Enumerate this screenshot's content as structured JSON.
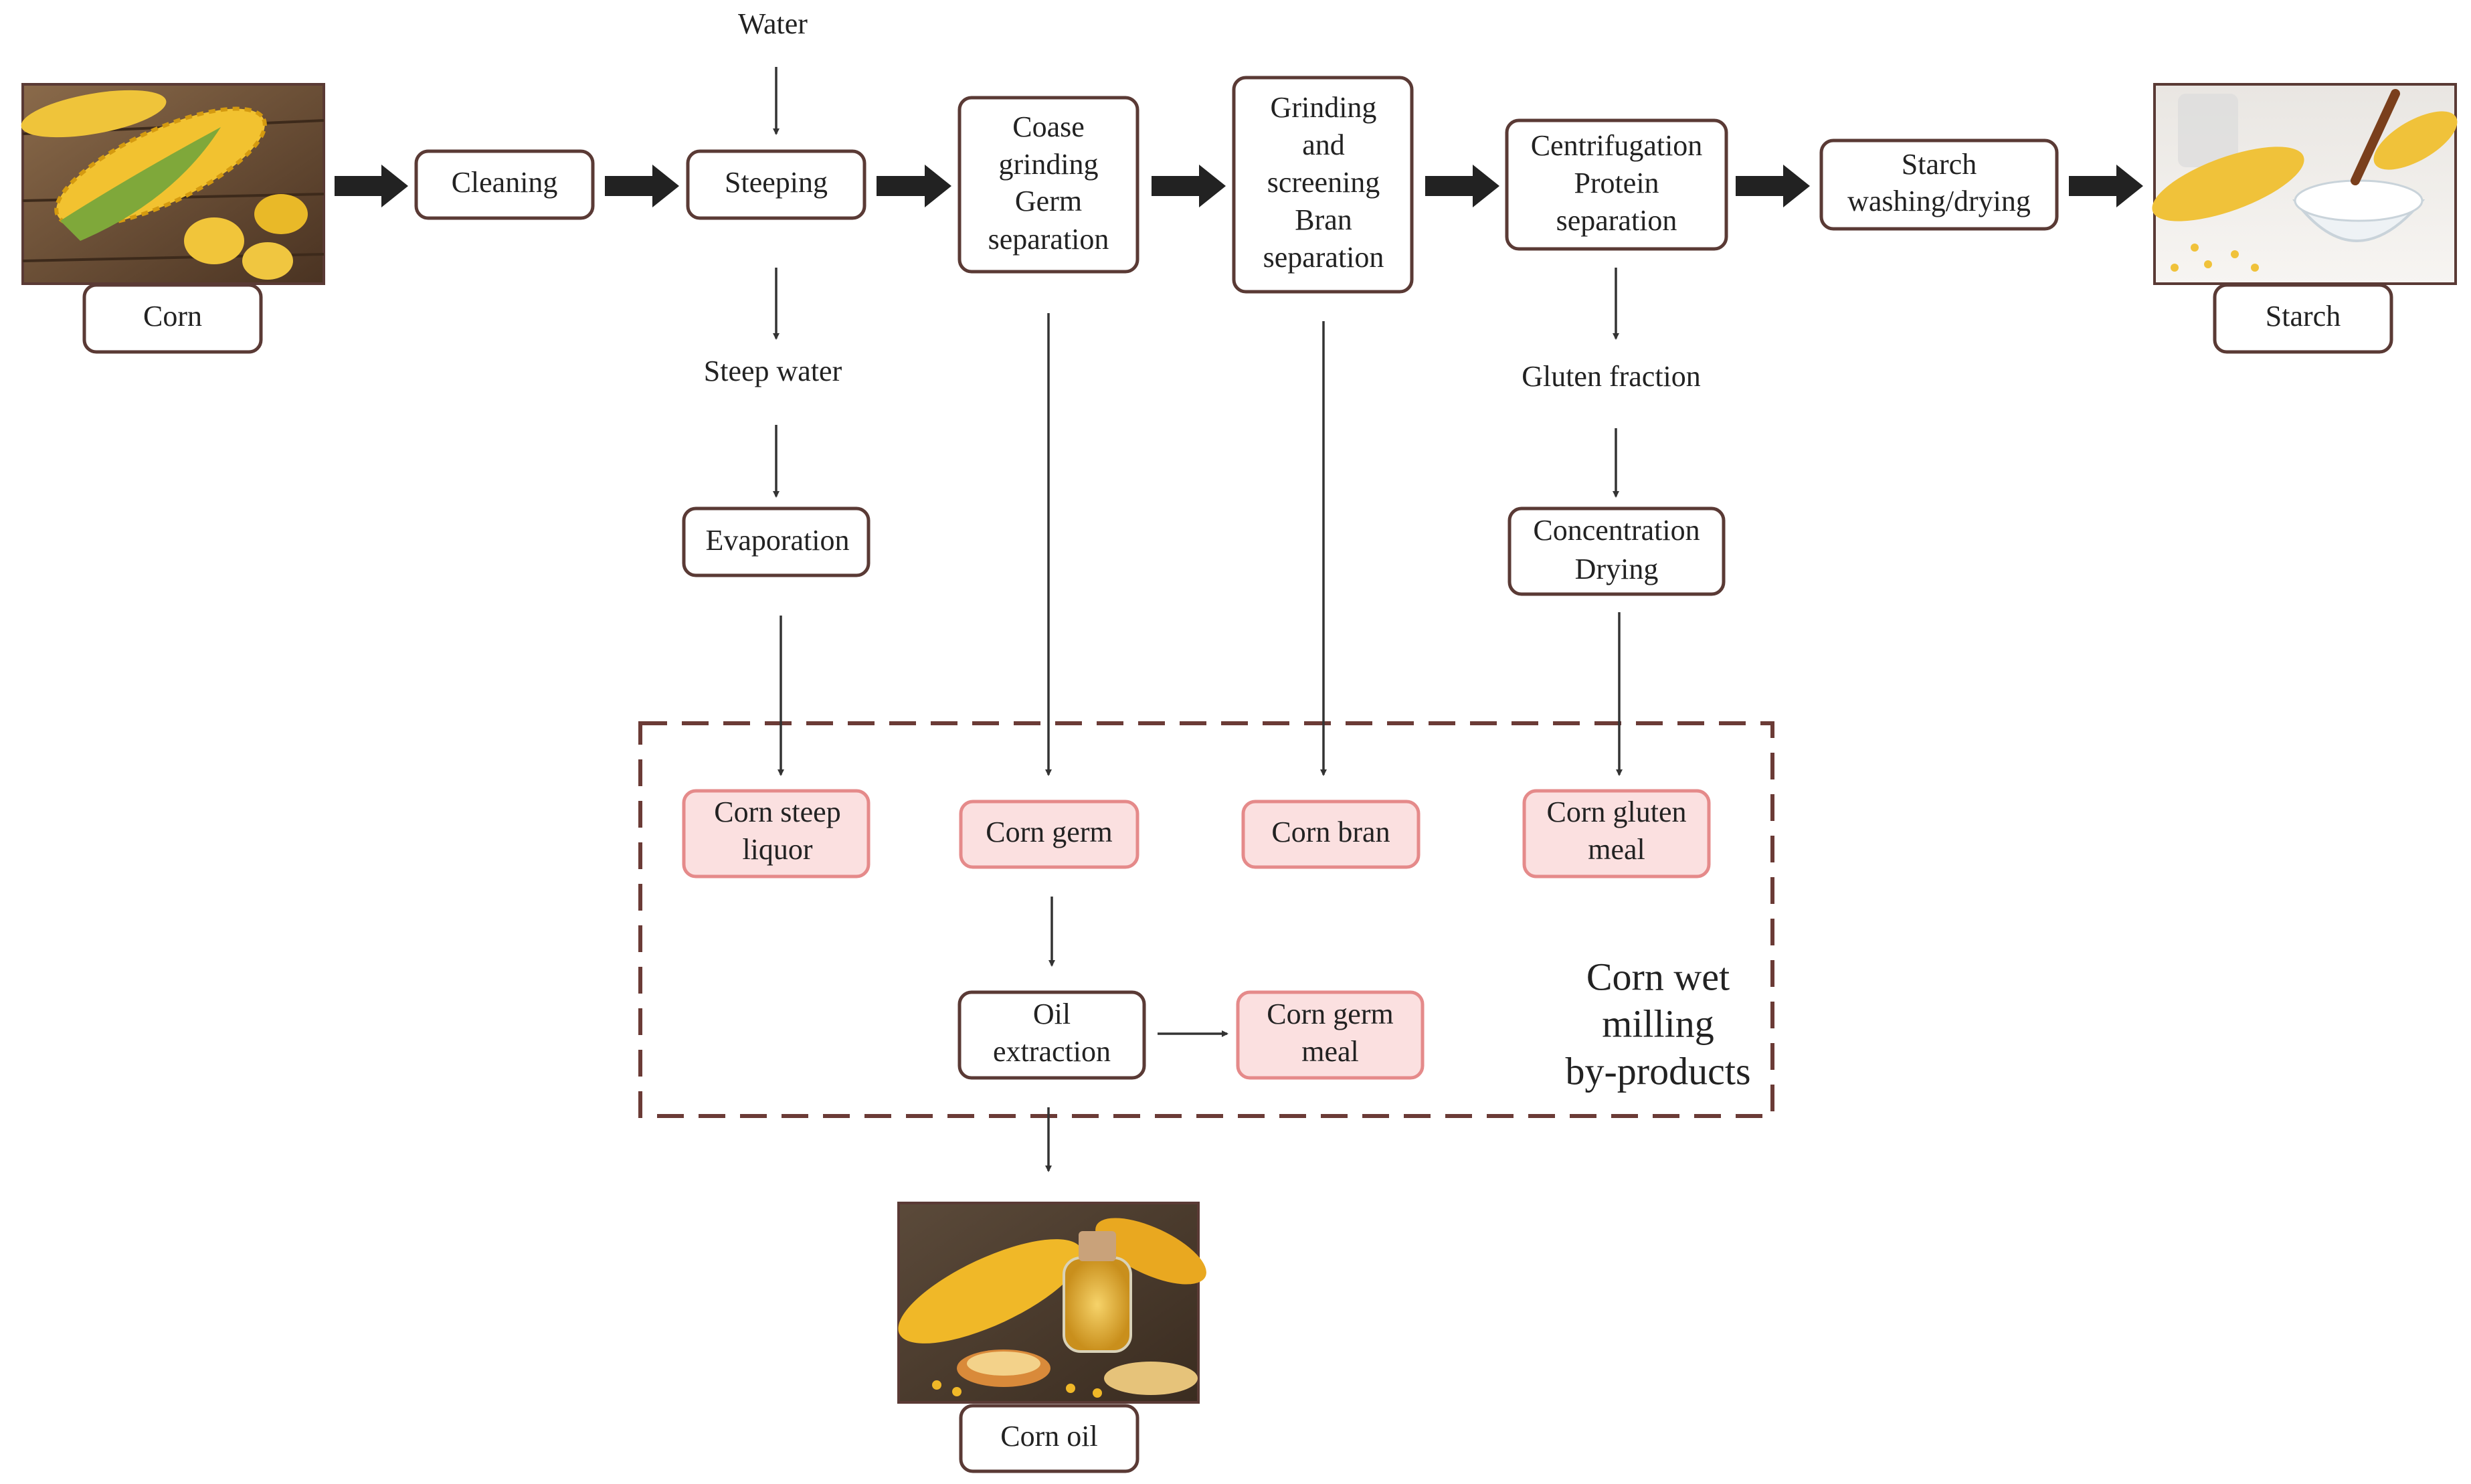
{
  "inputs": {
    "water": "Water"
  },
  "main_flow": {
    "corn": "Corn",
    "cleaning": "Cleaning",
    "steeping": "Steeping",
    "coarse_grinding": [
      "Coase",
      "grinding",
      "Germ",
      "separation"
    ],
    "grinding_screening": [
      "Grinding",
      "and",
      "screening",
      "Bran",
      "separation"
    ],
    "centrifugation": [
      "Centrifugation",
      "Protein",
      "separation"
    ],
    "starch_washing": [
      "Starch",
      "washing/drying"
    ],
    "starch": "Starch"
  },
  "side_flows": {
    "steep_water": "Steep water",
    "evaporation": "Evaporation",
    "gluten_fraction": "Gluten fraction",
    "concentration_drying": [
      "Concentration",
      "Drying"
    ],
    "oil_extraction": [
      "Oil",
      "extraction"
    ],
    "corn_oil": "Corn oil"
  },
  "byproducts": {
    "corn_steep_liquor": [
      "Corn steep",
      "liquor"
    ],
    "corn_germ": "Corn germ",
    "corn_bran": "Corn bran",
    "corn_gluten_meal": [
      "Corn gluten",
      "meal"
    ],
    "corn_germ_meal": [
      "Corn germ",
      "meal"
    ],
    "group_label": [
      "Corn wet",
      "milling",
      "by-products"
    ]
  },
  "photos": {
    "corn_photo": "corn-cobs-photo",
    "starch_photo": "starch-bowl-photo",
    "oil_photo": "corn-oil-bottle-photo"
  },
  "colors": {
    "box_border": "#5a3a35",
    "byproduct_fill": "#fbe0e0",
    "byproduct_border": "#e58a8a",
    "frame_dash": "#6b3b36"
  }
}
